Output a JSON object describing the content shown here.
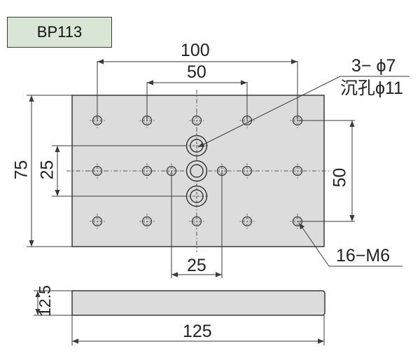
{
  "title": "BP113",
  "dimensions": {
    "top_width": "100",
    "top_pitch": "50",
    "height": "75",
    "inner_pitch": "25",
    "right_pitch": "50",
    "bottom_pitch": "25",
    "thickness": "12.5",
    "total_width": "125"
  },
  "callouts": {
    "counterbore_count": "3− ϕ7",
    "counterbore_spec": "沉孔ϕ11",
    "tapped_holes": "16−M6"
  },
  "colors": {
    "plate": "#dcdcdc",
    "title_bg": "#d9e6d6",
    "line": "#3a3a3a"
  }
}
